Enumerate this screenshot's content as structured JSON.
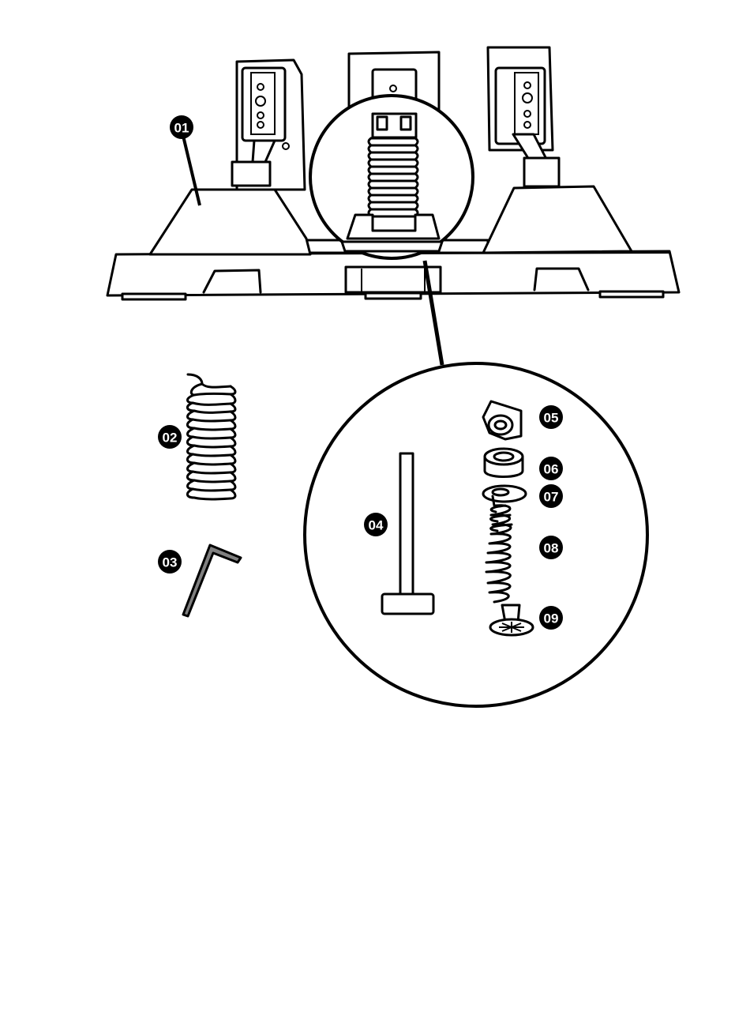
{
  "callouts": [
    {
      "id": "01",
      "label": "01"
    },
    {
      "id": "02",
      "label": "02"
    },
    {
      "id": "03",
      "label": "03"
    },
    {
      "id": "04",
      "label": "04"
    },
    {
      "id": "05",
      "label": "05"
    },
    {
      "id": "06",
      "label": "06"
    },
    {
      "id": "07",
      "label": "07"
    },
    {
      "id": "08",
      "label": "08"
    },
    {
      "id": "09",
      "label": "09"
    }
  ],
  "icons": {
    "pedal_set": "pedal-set-icon",
    "spring": "spring-icon",
    "hex_key": "hex-key-icon",
    "rod": "rod-icon"
  }
}
